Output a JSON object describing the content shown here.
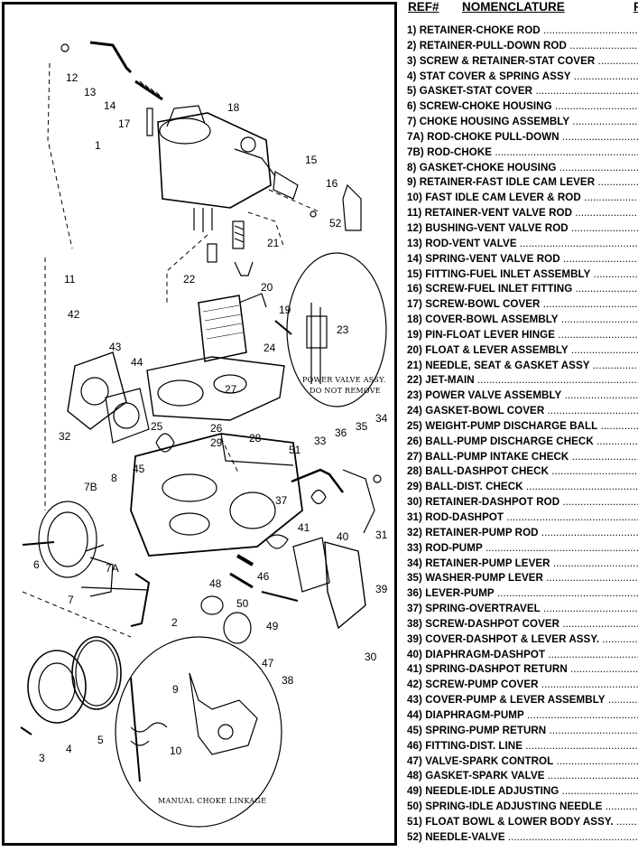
{
  "header": {
    "ref_label": "REF#",
    "nomenclature_label": "NOMENCLATURE",
    "price_label": "P"
  },
  "diagram": {
    "callouts": [
      "1",
      "2",
      "3",
      "4",
      "5",
      "6",
      "7",
      "7A",
      "7B",
      "8",
      "9",
      "10",
      "11",
      "12",
      "13",
      "14",
      "15",
      "16",
      "17",
      "18",
      "19",
      "20",
      "21",
      "22",
      "23",
      "24",
      "25",
      "26",
      "27",
      "28",
      "29",
      "30",
      "31",
      "32",
      "33",
      "34",
      "35",
      "36",
      "37",
      "38",
      "39",
      "40",
      "41",
      "42",
      "43",
      "44",
      "45",
      "46",
      "47",
      "48",
      "49",
      "50",
      "51",
      "52"
    ],
    "power_valve_note": [
      "POWER VALVE ASSY.",
      "DO NOT REMOVE"
    ],
    "inset_caption": "MANUAL CHOKE LINKAGE"
  },
  "parts": [
    {
      "ref": "1)",
      "name": "RETAINER-CHOKE ROD"
    },
    {
      "ref": "2)",
      "name": "RETAINER-PULL-DOWN ROD"
    },
    {
      "ref": "3)",
      "name": "SCREW & RETAINER-STAT COVER"
    },
    {
      "ref": "4)",
      "name": "STAT COVER & SPRING ASSY"
    },
    {
      "ref": "5)",
      "name": "GASKET-STAT COVER"
    },
    {
      "ref": "6)",
      "name": "SCREW-CHOKE HOUSING"
    },
    {
      "ref": "7)",
      "name": "CHOKE HOUSING ASSEMBLY"
    },
    {
      "ref": "7A)",
      "name": "ROD-CHOKE PULL-DOWN"
    },
    {
      "ref": "7B)",
      "name": "ROD-CHOKE"
    },
    {
      "ref": "8)",
      "name": "GASKET-CHOKE HOUSING"
    },
    {
      "ref": "9)",
      "name": "RETAINER-FAST IDLE CAM LEVER"
    },
    {
      "ref": "10)",
      "name": "FAST IDLE CAM LEVER & ROD"
    },
    {
      "ref": "11)",
      "name": "RETAINER-VENT VALVE ROD"
    },
    {
      "ref": "12)",
      "name": "BUSHING-VENT VALVE ROD"
    },
    {
      "ref": "13)",
      "name": "ROD-VENT VALVE"
    },
    {
      "ref": "14)",
      "name": "SPRING-VENT VALVE ROD"
    },
    {
      "ref": "15)",
      "name": "FITTING-FUEL INLET ASSEMBLY"
    },
    {
      "ref": "16)",
      "name": "SCREW-FUEL INLET FITTING"
    },
    {
      "ref": "17)",
      "name": "SCREW-BOWL COVER"
    },
    {
      "ref": "18)",
      "name": "COVER-BOWL ASSEMBLY"
    },
    {
      "ref": "19)",
      "name": "PIN-FLOAT LEVER HINGE"
    },
    {
      "ref": "20)",
      "name": "FLOAT & LEVER ASSEMBLY"
    },
    {
      "ref": "21)",
      "name": "NEEDLE, SEAT & GASKET ASSY"
    },
    {
      "ref": "22)",
      "name": "JET-MAIN"
    },
    {
      "ref": "23)",
      "name": "POWER VALVE ASSEMBLY"
    },
    {
      "ref": "24)",
      "name": "GASKET-BOWL COVER"
    },
    {
      "ref": "25)",
      "name": "WEIGHT-PUMP DISCHARGE BALL"
    },
    {
      "ref": "26)",
      "name": "BALL-PUMP DISCHARGE CHECK"
    },
    {
      "ref": "27)",
      "name": "BALL-PUMP INTAKE CHECK"
    },
    {
      "ref": "28)",
      "name": "BALL-DASHPOT CHECK"
    },
    {
      "ref": "29)",
      "name": "BALL-DIST. CHECK"
    },
    {
      "ref": "30)",
      "name": "RETAINER-DASHPOT ROD"
    },
    {
      "ref": "31)",
      "name": "ROD-DASHPOT"
    },
    {
      "ref": "32)",
      "name": "RETAINER-PUMP ROD"
    },
    {
      "ref": "33)",
      "name": "ROD-PUMP"
    },
    {
      "ref": "34)",
      "name": "RETAINER-PUMP LEVER"
    },
    {
      "ref": "35)",
      "name": "WASHER-PUMP LEVER"
    },
    {
      "ref": "36)",
      "name": "LEVER-PUMP"
    },
    {
      "ref": "37)",
      "name": "SPRING-OVERTRAVEL"
    },
    {
      "ref": "38)",
      "name": "SCREW-DASHPOT COVER"
    },
    {
      "ref": "39)",
      "name": "COVER-DASHPOT & LEVER ASSY."
    },
    {
      "ref": "40)",
      "name": "DIAPHRAGM-DASHPOT"
    },
    {
      "ref": "41)",
      "name": "SPRING-DASHPOT RETURN"
    },
    {
      "ref": "42)",
      "name": "SCREW-PUMP COVER"
    },
    {
      "ref": "43)",
      "name": "COVER-PUMP & LEVER ASSEMBLY"
    },
    {
      "ref": "44)",
      "name": "DIAPHRAGM-PUMP"
    },
    {
      "ref": "45)",
      "name": "SPRING-PUMP RETURN"
    },
    {
      "ref": "46)",
      "name": "FITTING-DIST. LINE"
    },
    {
      "ref": "47)",
      "name": "VALVE-SPARK CONTROL"
    },
    {
      "ref": "48)",
      "name": "GASKET-SPARK VALVE"
    },
    {
      "ref": "49)",
      "name": "NEEDLE-IDLE ADJUSTING"
    },
    {
      "ref": "50)",
      "name": "SPRING-IDLE ADJUSTING NEEDLE"
    },
    {
      "ref": "51)",
      "name": "FLOAT BOWL & LOWER BODY ASSY."
    },
    {
      "ref": "52)",
      "name": "NEEDLE-VALVE"
    }
  ]
}
